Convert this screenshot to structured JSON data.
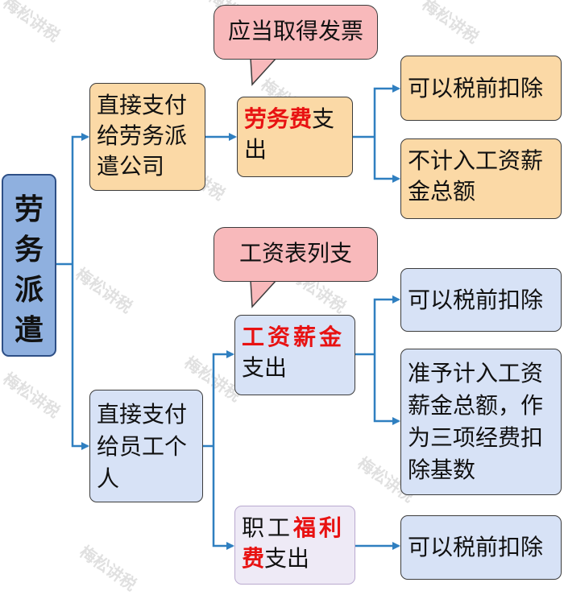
{
  "root": {
    "chars": [
      "劳",
      "务",
      "派",
      "遣"
    ]
  },
  "branch1": {
    "label": "直接支付给劳务派遣公司",
    "node": {
      "highlight": "劳务费",
      "suffix": "支出"
    },
    "callout": "应当取得发票",
    "leaves": [
      "可以税前扣除",
      "不计入工资薪金总额"
    ]
  },
  "branch2": {
    "label": "直接支付给员工个人",
    "node1": {
      "highlight": "工资薪金",
      "suffix": "支出"
    },
    "callout": "工资表列支",
    "node1_leaves": [
      "可以税前扣除",
      "准予计入工资薪金总额，作为三项经费扣除基数"
    ],
    "node2": {
      "prefix": "职工",
      "highlight1": "福利",
      "highlight2": "费",
      "suffix": "支出"
    },
    "node2_leaves": [
      "可以税前扣除"
    ]
  },
  "watermark": "梅松讲税",
  "colors": {
    "connector": "#2f7fc0",
    "highlight_text": "#e81212",
    "callout_fill": "#f8b9bb",
    "orange_fill": "#fbd9a6",
    "blue_fill": "#d7e2f6",
    "root_fill": "#8fb0df"
  }
}
